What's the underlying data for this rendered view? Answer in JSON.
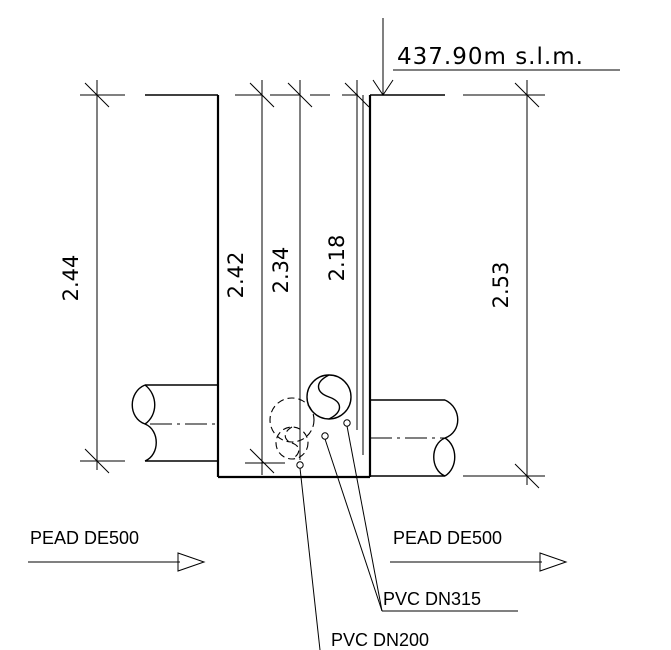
{
  "elevation": {
    "text": "437.90m  s.l.m."
  },
  "dimensions": {
    "d1": "2.44",
    "d2": "2.42",
    "d3": "2.34",
    "d4": "2.18",
    "d5": "2.53"
  },
  "pipes": {
    "inlet_label": "PEAD DE500",
    "outlet_label": "PEAD DE500"
  },
  "callouts": {
    "pvc_315": "PVC DN315",
    "pvc_200": "PVC DN200"
  }
}
